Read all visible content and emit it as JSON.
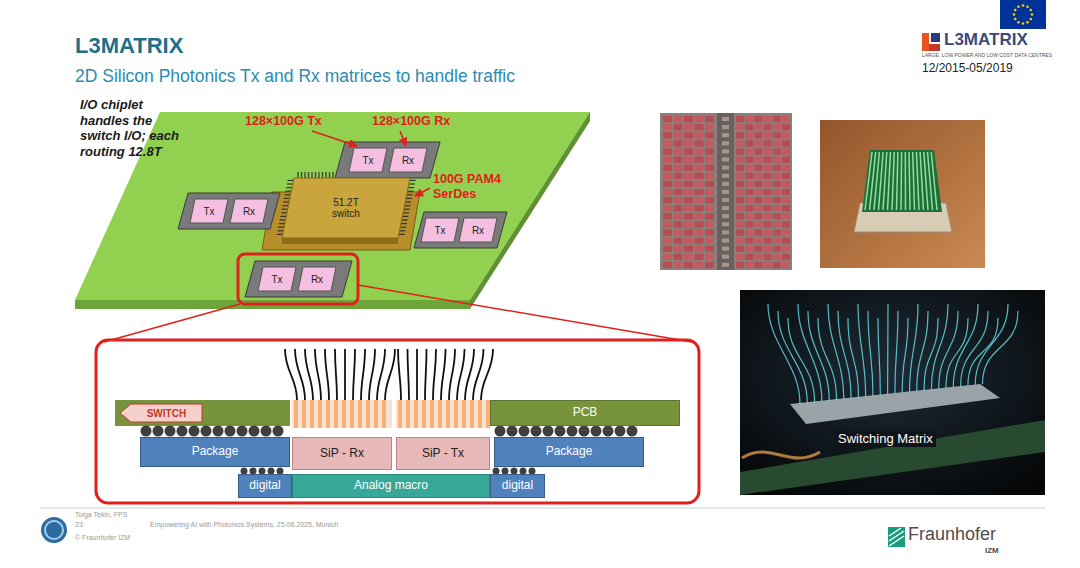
{
  "diagram": {
    "title": "L3MATRIX",
    "caption": "2D Silicon Photonics Tx and Rx matrices to handle traffic",
    "nodes": [
      {
        "text": [
          "Tx"
        ]
      },
      {
        "text": [
          "Rx"
        ]
      },
      {
        "text": [
          "Tx"
        ]
      },
      {
        "text": [
          "Rx"
        ]
      },
      {
        "text": [
          "51.2T switch"
        ]
      },
      {
        "text": [
          "Tx"
        ]
      },
      {
        "text": [
          "Rx"
        ]
      },
      {
        "text": [
          "Tx"
        ]
      },
      {
        "text": [
          "Rx"
        ]
      },
      {
        "text": [
          "SWITCH"
        ]
      },
      {
        "text": [
          "PCB"
        ]
      },
      {
        "text": [
          "Package"
        ]
      },
      {
        "text": [
          "SiP - Rx"
        ]
      },
      {
        "text": [
          "SiP - Tx"
        ]
      },
      {
        "text": [
          "Package"
        ]
      },
      {
        "text": [
          "digital"
        ]
      },
      {
        "text": [
          "Analog macro"
        ]
      },
      {
        "text": [
          "digital"
        ]
      }
    ],
    "labels": [
      "I/O chiplet handles the switch I/O; each routing 12.8T",
      "128×100G Tx",
      "128×100G Rx",
      "100G PAM4 SerDes",
      "Switching Matrix",
      "L3MATRIX",
      "LARGE, LOW POWER AND LOW COST DATA CENTRES",
      "12/2015-05/2019",
      "Tolga Tekin, FPS",
      "23",
      "Empowering AI with Photonics Systems, 25.06.2025, Munich",
      "© Fraunhofer IZM",
      "Fraunhofer",
      "IZM"
    ]
  }
}
